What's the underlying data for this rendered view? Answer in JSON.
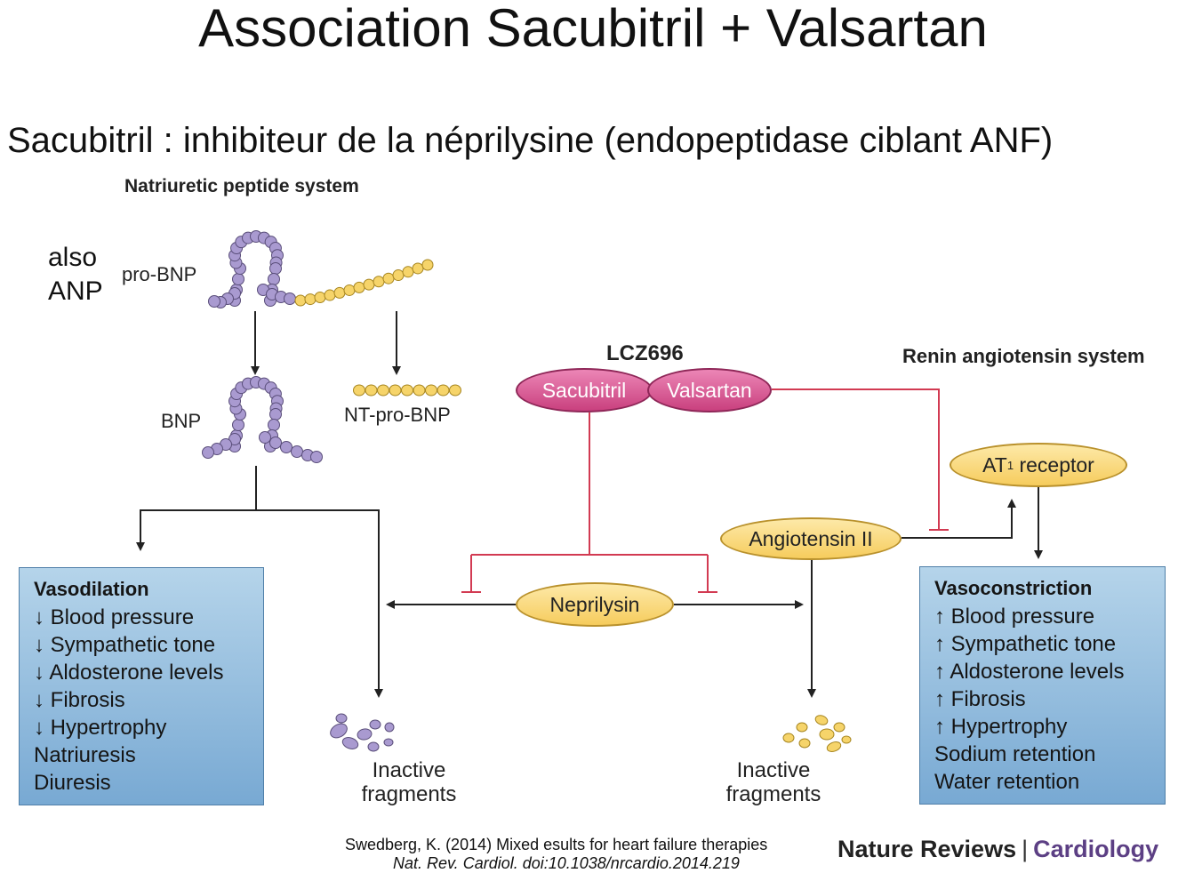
{
  "title": "Association Sacubitril + Valsartan",
  "subtitle": "Sacubitril : inhibiteur de la néprilysine (endopeptidase ciblant ANF)",
  "labels": {
    "natriuretic_system": "Natriuretic peptide system",
    "ras_system": "Renin angiotensin system",
    "lcz696": "LCZ696",
    "also": "also",
    "anp": "ANP",
    "pro_bnp": "pro-BNP",
    "bnp": "BNP",
    "nt_pro_bnp": "NT-pro-BNP",
    "sacubitril": "Sacubitril",
    "valsartan": "Valsartan",
    "neprilysin": "Neprilysin",
    "angiotensin_ii": "Angiotensin II",
    "at1_main": "AT",
    "at1_sub": "1",
    "at1_rest": " receptor",
    "inactive_line1": "Inactive",
    "inactive_line2": "fragments"
  },
  "left_box": {
    "title": "Vasodilation",
    "items": [
      "↓ Blood pressure",
      "↓ Sympathetic tone",
      "↓ Aldosterone levels",
      "↓ Fibrosis",
      "↓ Hypertrophy",
      "Natriuresis",
      "Diuresis"
    ]
  },
  "right_box": {
    "title": "Vasoconstriction",
    "items": [
      "↑ Blood pressure",
      "↑ Sympathetic tone",
      "↑ Aldosterone levels",
      "↑ Fibrosis",
      "↑ Hypertrophy",
      "Sodium retention",
      "Water retention"
    ]
  },
  "citation": {
    "line1": "Swedberg, K. (2014) Mixed esults for heart failure therapies",
    "line2": "Nat. Rev. Cardiol. doi:10.1038/nrcardio.2014.219"
  },
  "brand": {
    "part1": "Nature Reviews",
    "separator": "|",
    "part2": "Cardiology"
  },
  "colors": {
    "purple_bead": "#a99ad0",
    "yellow_bead": "#f6d46a",
    "inhibition_red": "#d23a52",
    "arrow_black": "#222222"
  }
}
